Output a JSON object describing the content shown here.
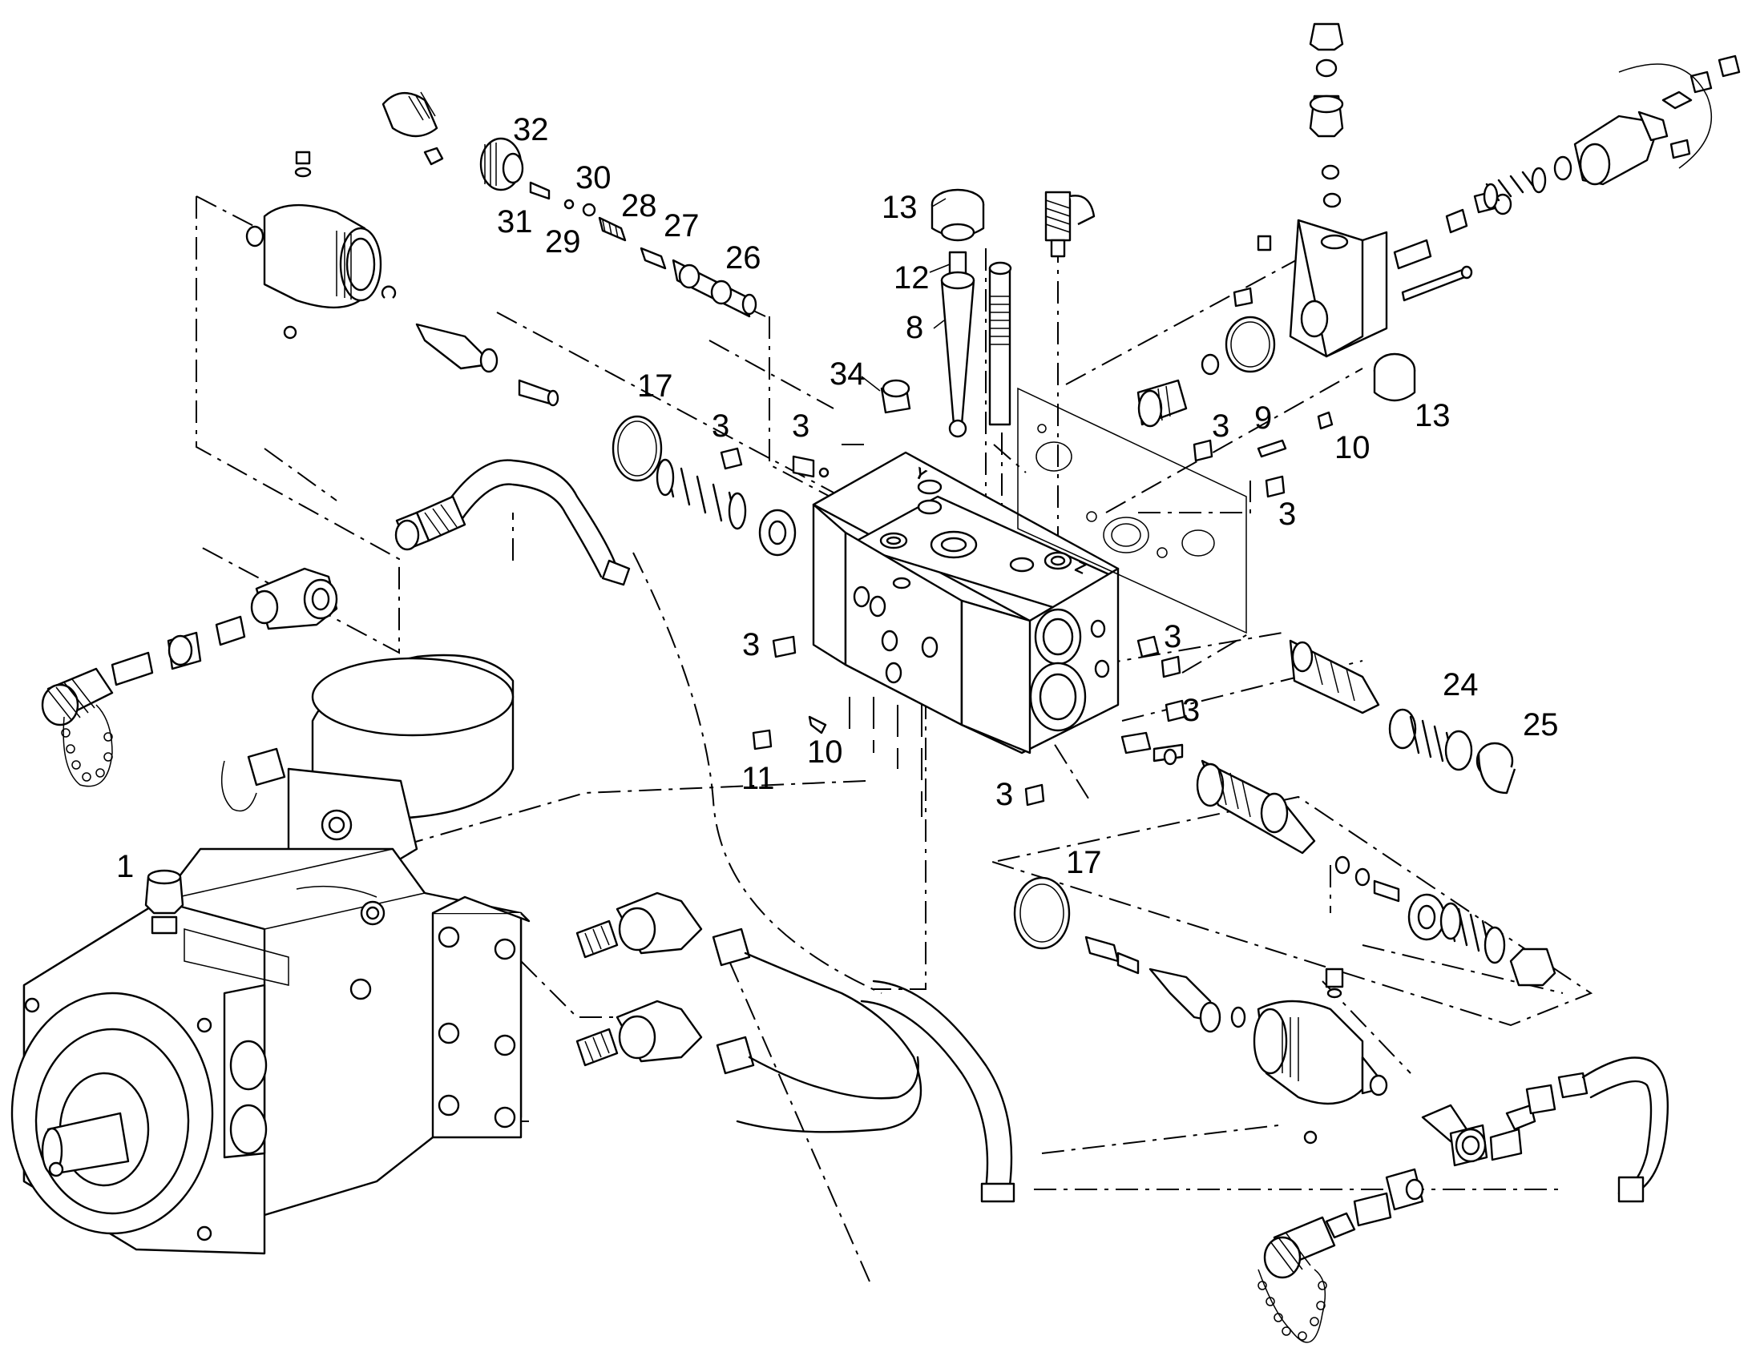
{
  "callouts": [
    {
      "id": "c1",
      "text": "1"
    },
    {
      "id": "c3a",
      "text": "3"
    },
    {
      "id": "c3b",
      "text": "3"
    },
    {
      "id": "c3c",
      "text": "3"
    },
    {
      "id": "c3d",
      "text": "3"
    },
    {
      "id": "c3e",
      "text": "3"
    },
    {
      "id": "c3f",
      "text": "3"
    },
    {
      "id": "c3g",
      "text": "3"
    },
    {
      "id": "c3h",
      "text": "3"
    },
    {
      "id": "c8",
      "text": "8"
    },
    {
      "id": "c9",
      "text": "9"
    },
    {
      "id": "c10a",
      "text": "10"
    },
    {
      "id": "c10b",
      "text": "10"
    },
    {
      "id": "c11",
      "text": "11"
    },
    {
      "id": "c12",
      "text": "12"
    },
    {
      "id": "c13a",
      "text": "13"
    },
    {
      "id": "c13b",
      "text": "13"
    },
    {
      "id": "c17a",
      "text": "17"
    },
    {
      "id": "c17b",
      "text": "17"
    },
    {
      "id": "c24",
      "text": "24"
    },
    {
      "id": "c25",
      "text": "25"
    },
    {
      "id": "c26",
      "text": "26"
    },
    {
      "id": "c27",
      "text": "27"
    },
    {
      "id": "c28",
      "text": "28"
    },
    {
      "id": "c29",
      "text": "29"
    },
    {
      "id": "c30",
      "text": "30"
    },
    {
      "id": "c31",
      "text": "31"
    },
    {
      "id": "c32",
      "text": "32"
    },
    {
      "id": "c34",
      "text": "34"
    }
  ],
  "port_marks": {
    "y": "Y",
    "z": "Z"
  }
}
